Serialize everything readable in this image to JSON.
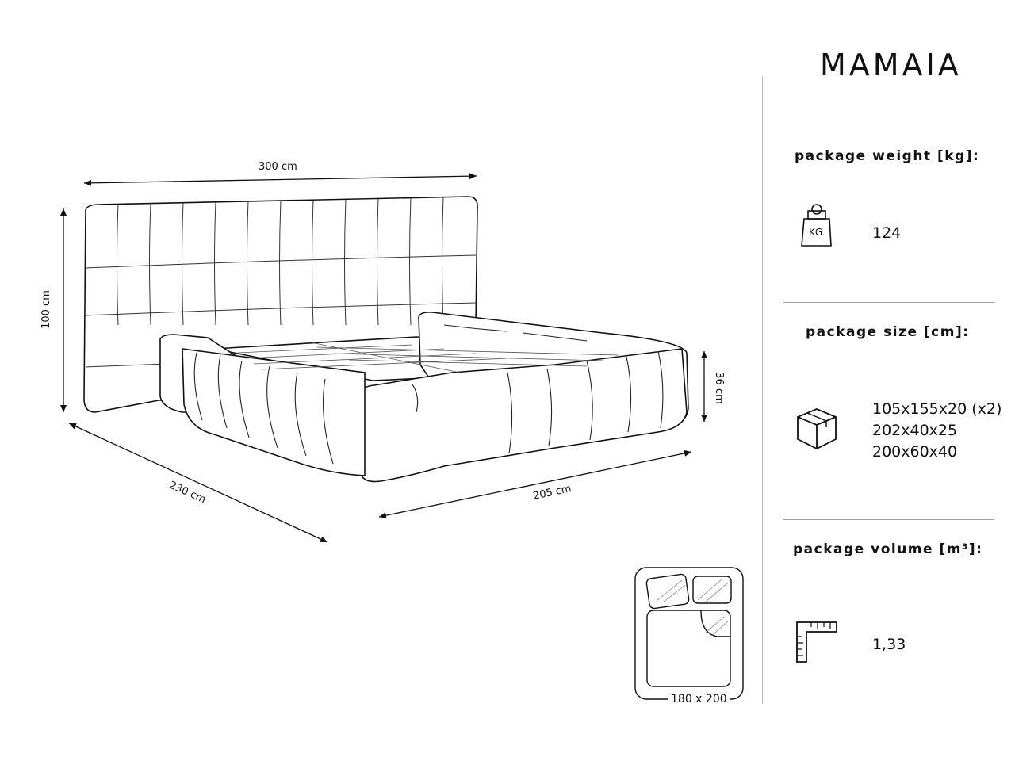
{
  "product": {
    "name": "MAMAIA"
  },
  "dimensions": {
    "width": "300 cm",
    "headboard_height": "100 cm",
    "frame_height": "36 cm",
    "length": "230 cm",
    "side_length": "205 cm"
  },
  "mattress": {
    "size": "180 x 200"
  },
  "package": {
    "weight": {
      "label": "package weight [kg]:",
      "icon_text": "KG",
      "icon": "weight-icon",
      "value": "124"
    },
    "size": {
      "label": "package size [cm]:",
      "icon": "box-icon",
      "values": [
        "105x155x20 (x2)",
        "202x40x25",
        "200x60x40"
      ]
    },
    "volume": {
      "label": "package volume [m³]:",
      "icon": "ruler-icon",
      "value": "1,33"
    }
  }
}
